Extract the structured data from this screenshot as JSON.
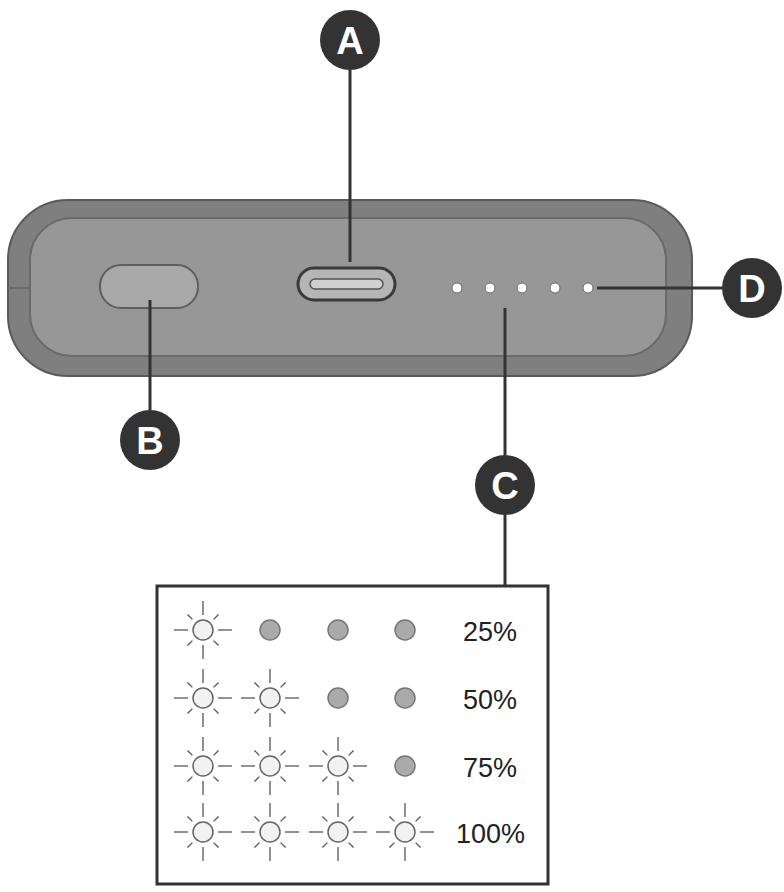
{
  "diagram": {
    "labels": [
      "A",
      "B",
      "C",
      "D",
      "25%",
      "50%",
      "75%",
      "100%"
    ]
  }
}
